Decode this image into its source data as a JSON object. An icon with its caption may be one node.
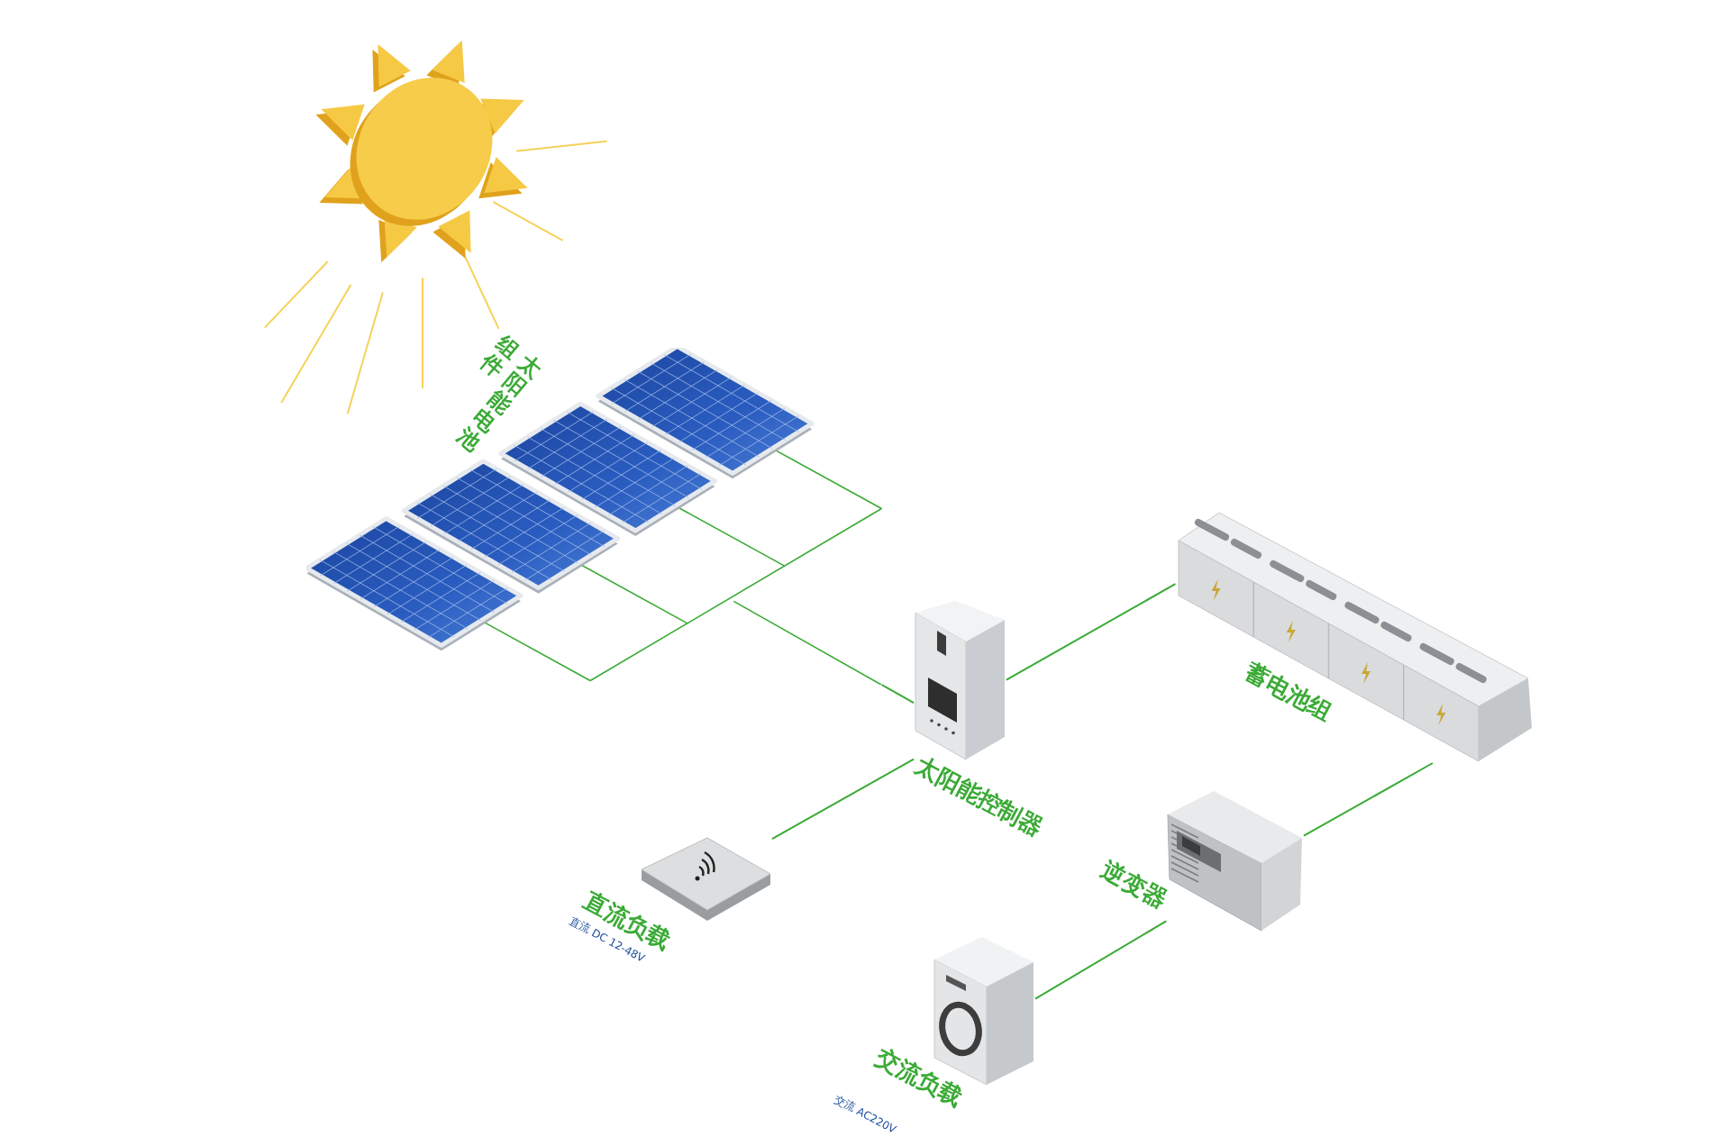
{
  "diagram": {
    "nodes": [
      {
        "text": [
          "太阳能电池组件"
        ]
      },
      {
        "text": [
          "太阳能控制器"
        ]
      },
      {
        "text": [
          "蓄电池组"
        ]
      },
      {
        "text": [
          "逆变器"
        ]
      },
      {
        "text": [
          "直流负载"
        ],
        "beside": [
          "直流 DC 12-48V"
        ]
      },
      {
        "text": [
          "交流负载"
        ],
        "beside": [
          "交流 AC220V"
        ]
      }
    ],
    "edges": [
      {
        "from": 0,
        "to": 1,
        "arrow": "none"
      },
      {
        "from": 1,
        "to": 2,
        "arrow": "none"
      },
      {
        "from": 1,
        "to": 4,
        "arrow": "none"
      },
      {
        "from": 2,
        "to": 3,
        "arrow": "none"
      },
      {
        "from": 3,
        "to": 5,
        "arrow": "none"
      }
    ]
  }
}
